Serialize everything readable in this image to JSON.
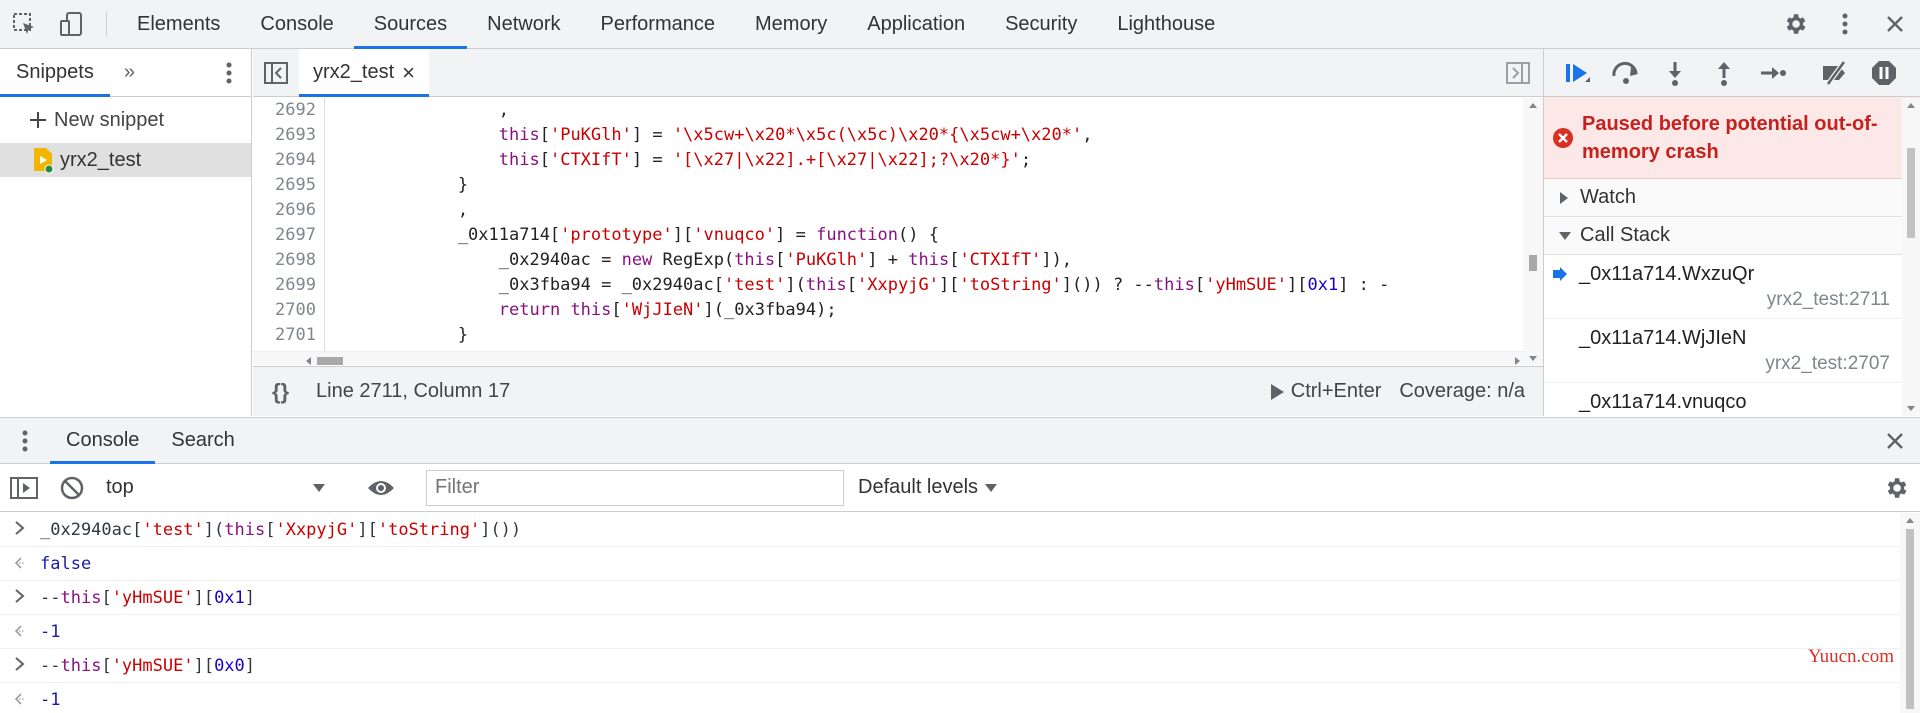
{
  "top_tabs": [
    "Elements",
    "Console",
    "Sources",
    "Network",
    "Performance",
    "Memory",
    "Application",
    "Security",
    "Lighthouse"
  ],
  "active_top_tab": "Sources",
  "navigator": {
    "tab": "Snippets",
    "more": "»",
    "new_snippet": "New snippet",
    "snippet": "yrx2_test"
  },
  "editor": {
    "file_tab": "yrx2_test",
    "close": "×",
    "lines": [
      {
        "n": "2692",
        "html": "                ,"
      },
      {
        "n": "2693",
        "html": "                <span class=\"kw\">this</span>[<span class=\"str\">'PuKGlh'</span>] = <span class=\"str\">'\\x5cw+\\x20*\\x5c(\\x5c)\\x20*{\\x5cw+\\x20*'</span>,"
      },
      {
        "n": "2694",
        "html": "                <span class=\"kw\">this</span>[<span class=\"str\">'CTXIfT'</span>] = <span class=\"str\">'[\\x27|\\x22].+[\\x27|\\x22];?\\x20*}'</span>;"
      },
      {
        "n": "2695",
        "html": "            }"
      },
      {
        "n": "2696",
        "html": "            ,"
      },
      {
        "n": "2697",
        "html": "            _0x11a714[<span class=\"str\">'prototype'</span>][<span class=\"str\">'vnuqco'</span>] = <span class=\"kw\">function</span>() {"
      },
      {
        "n": "2698",
        "html": "                _0x2940ac = <span class=\"kw\">new</span> RegExp(<span class=\"kw\">this</span>[<span class=\"str\">'PuKGlh'</span>] + <span class=\"kw\">this</span>[<span class=\"str\">'CTXIfT'</span>]),"
      },
      {
        "n": "2699",
        "html": "                _0x3fba94 = _0x2940ac[<span class=\"str\">'test'</span>](<span class=\"kw\">this</span>[<span class=\"str\">'XxpyjG'</span>][<span class=\"str\">'toString'</span>]()) ? --<span class=\"kw\">this</span>[<span class=\"str\">'yHmSUE'</span>][<span class=\"num\">0x1</span>] : -"
      },
      {
        "n": "2700",
        "html": "                <span class=\"kw\">return</span> <span class=\"kw\">this</span>[<span class=\"str\">'WjJIeN'</span>](_0x3fba94);"
      },
      {
        "n": "2701",
        "html": "            }"
      },
      {
        "n": "2702",
        "html": ""
      }
    ],
    "status_position": "Line 2711, Column 17",
    "run_hint": "Ctrl+Enter",
    "coverage": "Coverage: n/a"
  },
  "debugger": {
    "paused_message": "Paused before potential out-of-memory crash",
    "watch": "Watch",
    "call_stack": "Call Stack",
    "frames": [
      {
        "fn": "_0x11a714.WxzuQr",
        "loc": "yrx2_test:2711",
        "current": true
      },
      {
        "fn": "_0x11a714.WjJIeN",
        "loc": "yrx2_test:2707",
        "current": false
      },
      {
        "fn": "_0x11a714.vnuqco",
        "loc": "",
        "current": false
      }
    ]
  },
  "drawer": {
    "tabs": [
      "Console",
      "Search"
    ],
    "context": "top",
    "filter_placeholder": "Filter",
    "levels": "Default levels",
    "entries": [
      {
        "type": "input",
        "html": "_0x2940ac[<span class=\"str\">'test'</span>](<span class=\"kw\">this</span>[<span class=\"str\">'XxpyjG'</span>][<span class=\"str\">'toString'</span>]())"
      },
      {
        "type": "output",
        "html": "<span class=\"out\">false</span>"
      },
      {
        "type": "input",
        "html": "--<span class=\"kw\">this</span>[<span class=\"str\">'yHmSUE'</span>][<span class=\"num\">0x1</span>]"
      },
      {
        "type": "output",
        "html": "<span class=\"out\">-1</span>"
      },
      {
        "type": "input",
        "html": "--<span class=\"kw\">this</span>[<span class=\"str\">'yHmSUE'</span>][<span class=\"num\">0x0</span>]"
      },
      {
        "type": "output",
        "html": "<span class=\"out\">-1</span>"
      }
    ]
  },
  "watermark": "Yuucn.com",
  "colors": {
    "accent": "#1a73e8",
    "pause_bg": "#fce8e6",
    "pause_text": "#c5221f"
  }
}
